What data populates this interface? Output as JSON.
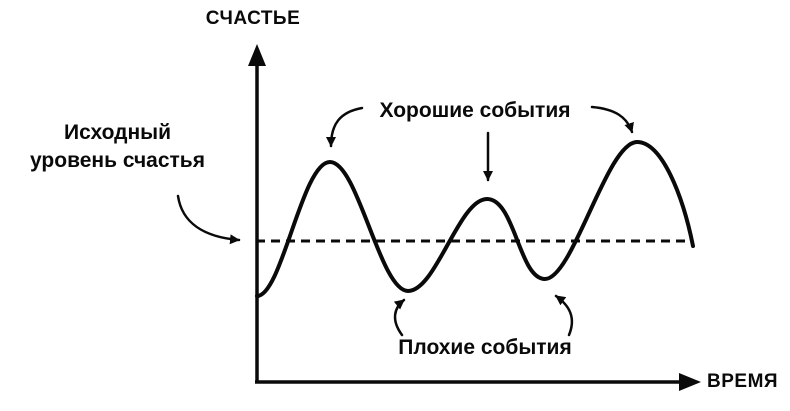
{
  "diagram": {
    "title_context": "Conceptual diagram of happiness level over time (hedonic adaptation)",
    "y_axis_label": "СЧАСТЬЕ",
    "x_axis_label": "ВРЕМЯ",
    "baseline_label": {
      "line1": "Исходный",
      "line2": "уровень счастья"
    },
    "good_events_label": "Хорошие события",
    "bad_events_label": "Плохие события",
    "curve": {
      "peaks_count": 3,
      "troughs_count": 2,
      "peaks_meaning": "Хорошие события",
      "troughs_meaning": "Плохие события",
      "baseline_meaning": "Исходный уровень счастья",
      "baseline_style": "dashed"
    },
    "colors": {
      "ink": "#0a0a0a",
      "background": "#ffffff"
    }
  }
}
